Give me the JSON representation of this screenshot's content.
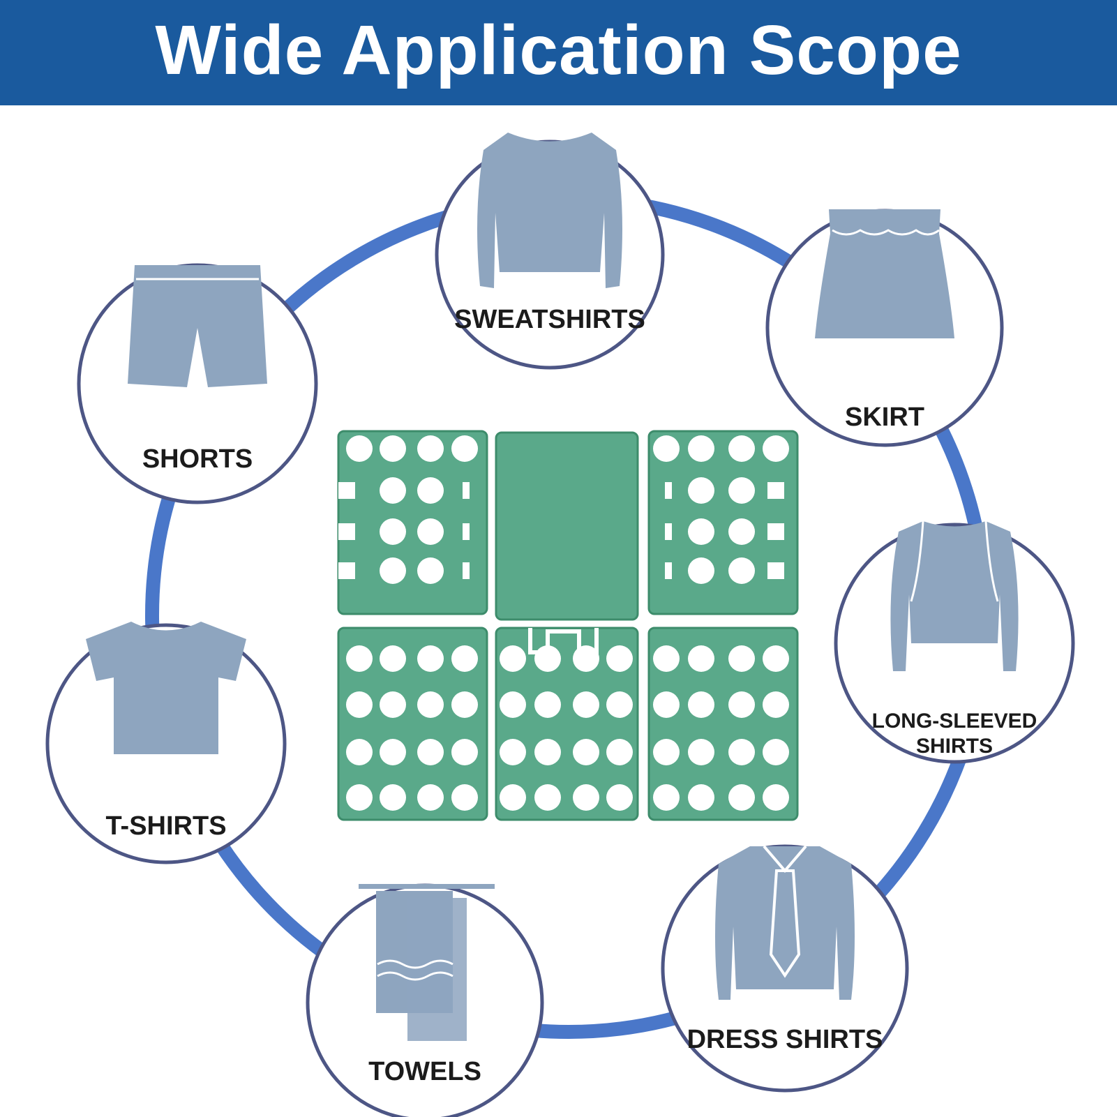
{
  "title": "Wide Application Scope",
  "colors": {
    "banner": "#1a5a9e",
    "ring": "#4a77c9",
    "bubble_border": "#4d5685",
    "garment": "#8ea5bf",
    "board": "#5aa98a",
    "board_edge": "#3d8c6b"
  },
  "items": [
    {
      "id": "sweatshirts",
      "icon": "sweatshirt-icon",
      "label_lines": [
        "SWEATSHIRTS"
      ]
    },
    {
      "id": "skirt",
      "icon": "skirt-icon",
      "label_lines": [
        "SKIRT"
      ]
    },
    {
      "id": "long-sleeved-shirts",
      "icon": "long-sleeve-shirt-icon",
      "label_lines": [
        "LONG-SLEEVED",
        "SHIRTS"
      ]
    },
    {
      "id": "dress-shirts",
      "icon": "dress-shirt-icon",
      "label_lines": [
        "DRESS SHIRTS"
      ]
    },
    {
      "id": "towels",
      "icon": "towel-icon",
      "label_lines": [
        "TOWELS"
      ]
    },
    {
      "id": "t-shirts",
      "icon": "t-shirt-icon",
      "label_lines": [
        "T-SHIRTS"
      ]
    },
    {
      "id": "shorts",
      "icon": "shorts-icon",
      "label_lines": [
        "SHORTS"
      ]
    }
  ]
}
